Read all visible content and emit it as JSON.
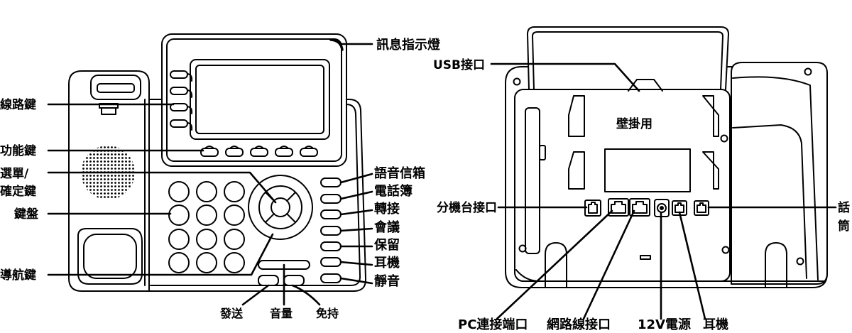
{
  "front_view": {
    "message_indicator": "訊息指示燈",
    "line_keys": "線路鍵",
    "function_keys": "功能鍵",
    "menu_ok_line1": "選單/",
    "menu_ok_line2": "確定鍵",
    "keypad": "鍵盤",
    "navigation_keys": "導航鍵",
    "right_keys": [
      "語音信箱",
      "電話簿",
      "轉接",
      "會議",
      "保留",
      "耳機",
      "靜音"
    ],
    "send": "發送",
    "volume": "音量",
    "handsfree": "免持"
  },
  "back_view": {
    "usb_port": "USB接口",
    "wall_mount": "壁掛用",
    "ext_port": "分機台接口",
    "handset_port_line1": "話",
    "handset_port_line2": "筒",
    "pc_port": "PC連接端口",
    "network_port": "網路線接口",
    "power": "12V電源",
    "headset_port": "耳機"
  },
  "colors": {
    "line": "#000000",
    "background": "#ffffff"
  }
}
